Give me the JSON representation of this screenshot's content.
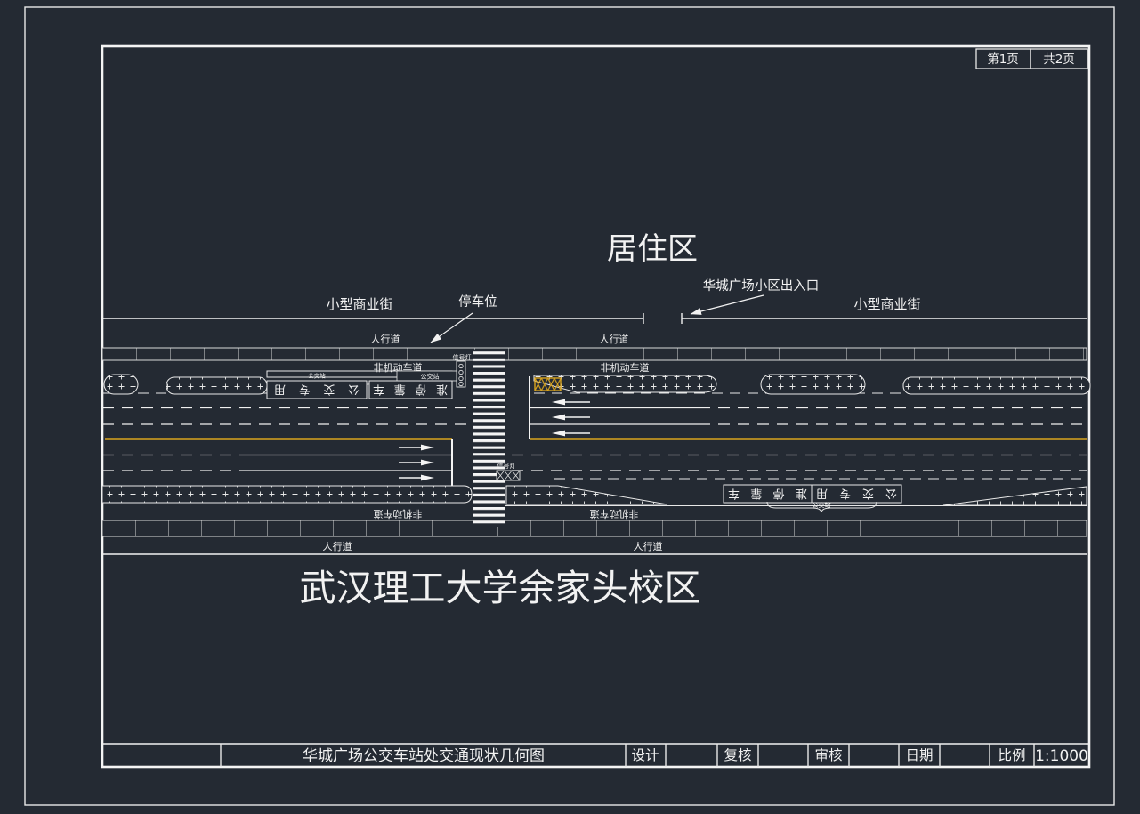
{
  "colors": {
    "background": "#242a33",
    "line": "#f2f2f2",
    "yellow": "#d9a41e"
  },
  "page_info": {
    "current": "第1页",
    "total": "共2页"
  },
  "title_block": {
    "title": "华城广场公交车站处交通现状几何图",
    "design": "设计",
    "check": "复核",
    "audit": "审核",
    "date": "日期",
    "scale": "比例",
    "scale_value": "1:1000"
  },
  "areas": {
    "residential": "居住区",
    "campus": "武汉理工大学余家头校区",
    "commercial": "小型商业街"
  },
  "callouts": {
    "parking": "停车位",
    "entrance": "华城广场小区出入口"
  },
  "road": {
    "sidewalk": "人行道",
    "non_motorized": "非机动车道",
    "bus_only": "公交专用",
    "stop_allowed": "准停靠车",
    "bus_station": "公交站",
    "signal_light": "信号灯"
  }
}
